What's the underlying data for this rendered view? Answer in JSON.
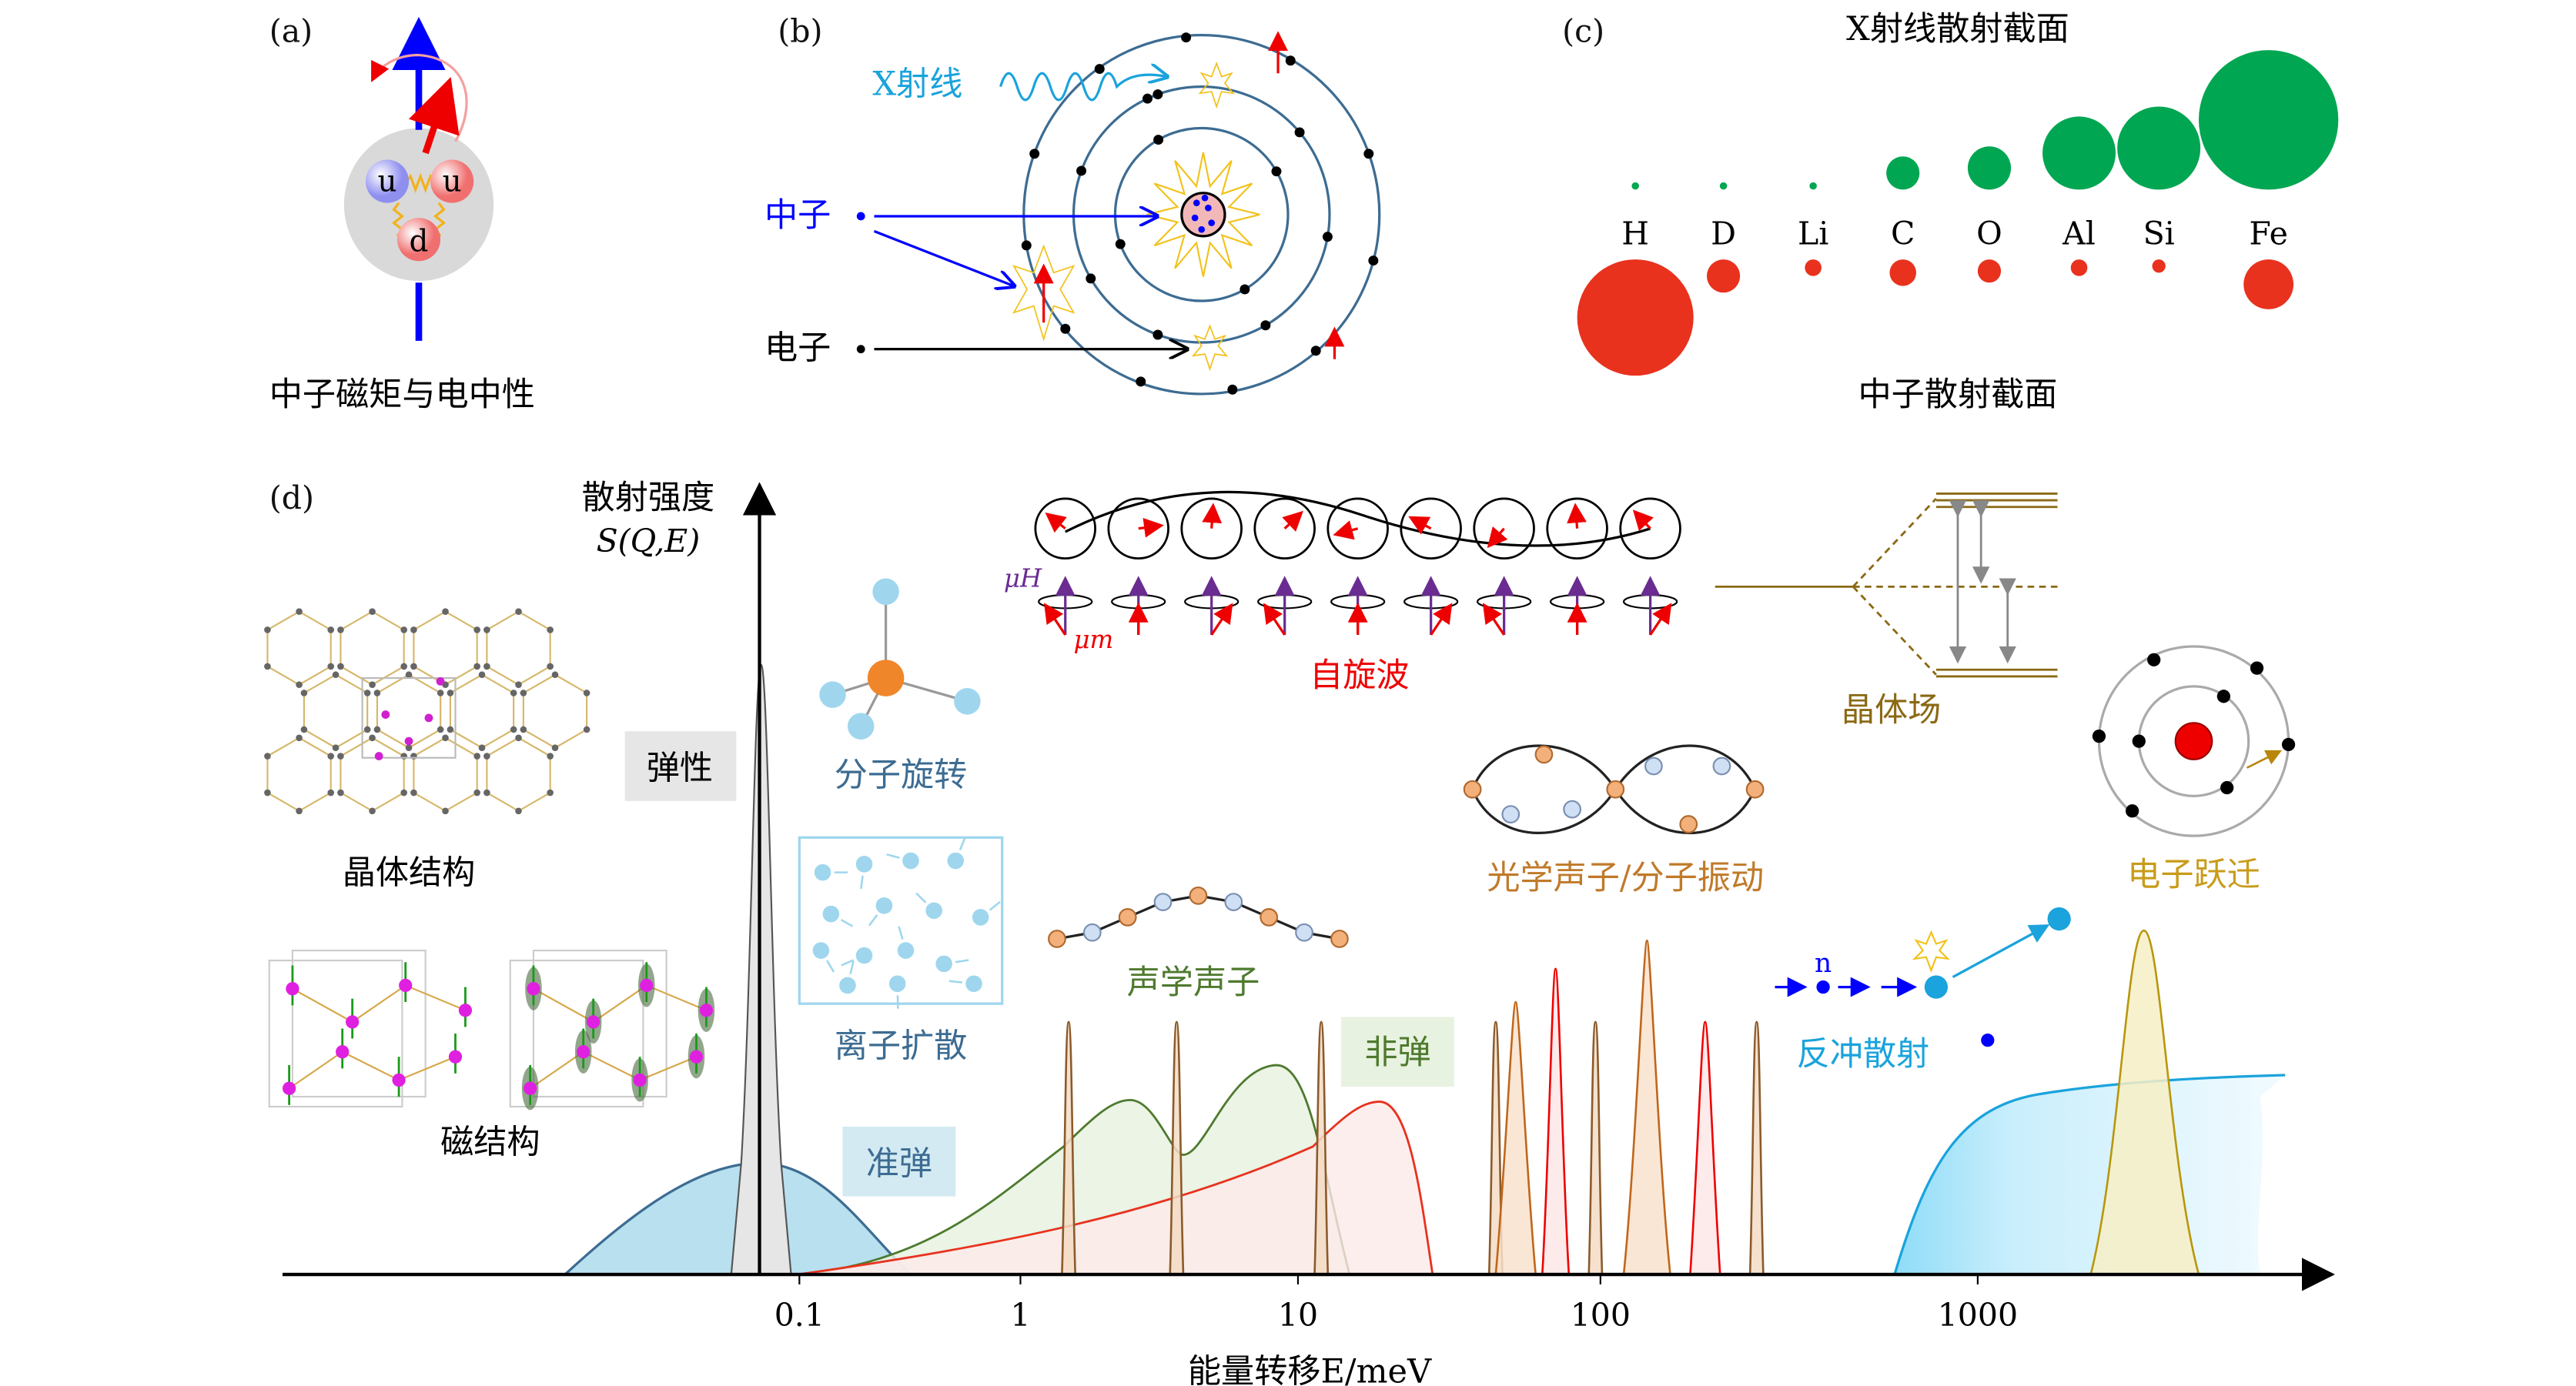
{
  "panel_a": {
    "label": "(a)",
    "caption": "中子磁矩与电中性",
    "quarks": [
      "u",
      "u",
      "d"
    ]
  },
  "panel_b": {
    "label": "(b)",
    "xray": "X射线",
    "neutron": "中子",
    "electron": "电子"
  },
  "panel_c": {
    "label": "(c)",
    "title": "X射线散射截面",
    "caption": "中子散射截面",
    "elements": [
      {
        "symbol": "H",
        "xray_rel": 2,
        "neutron_rel": 35
      },
      {
        "symbol": "D",
        "xray_rel": 2,
        "neutron_rel": 10
      },
      {
        "symbol": "Li",
        "xray_rel": 2,
        "neutron_rel": 5
      },
      {
        "symbol": "C",
        "xray_rel": 10,
        "neutron_rel": 8
      },
      {
        "symbol": "O",
        "xray_rel": 13,
        "neutron_rel": 7
      },
      {
        "symbol": "Al",
        "xray_rel": 22,
        "neutron_rel": 5
      },
      {
        "symbol": "Si",
        "xray_rel": 25,
        "neutron_rel": 4
      },
      {
        "symbol": "Fe",
        "xray_rel": 42,
        "neutron_rel": 15
      }
    ],
    "colors": {
      "xray": "#00a651",
      "neutron": "#e8321e"
    }
  },
  "panel_d": {
    "label": "(d)",
    "ylabel_line1": "散射强度",
    "ylabel_line2": "S(Q,E)",
    "xlabel": "能量转移E/meV",
    "xticks": [
      "0.1",
      "1",
      "10",
      "100",
      "1000"
    ],
    "elastic": "弹性",
    "quasielastic": "准弹",
    "inelastic": "非弹",
    "crystal_structure": "晶体结构",
    "magnetic_structure": "磁结构",
    "molecular_rotation": "分子旋转",
    "ion_diffusion": "离子扩散",
    "acoustic_phonon": "声学声子",
    "optical_phonon": "光学声子/分子振动",
    "spin_wave": "自旋波",
    "mu_h": "μH",
    "mu_m": "μm",
    "crystal_field": "晶体场",
    "electron_transition": "电子跃迁",
    "recoil": "反冲散射",
    "n": "n"
  }
}
